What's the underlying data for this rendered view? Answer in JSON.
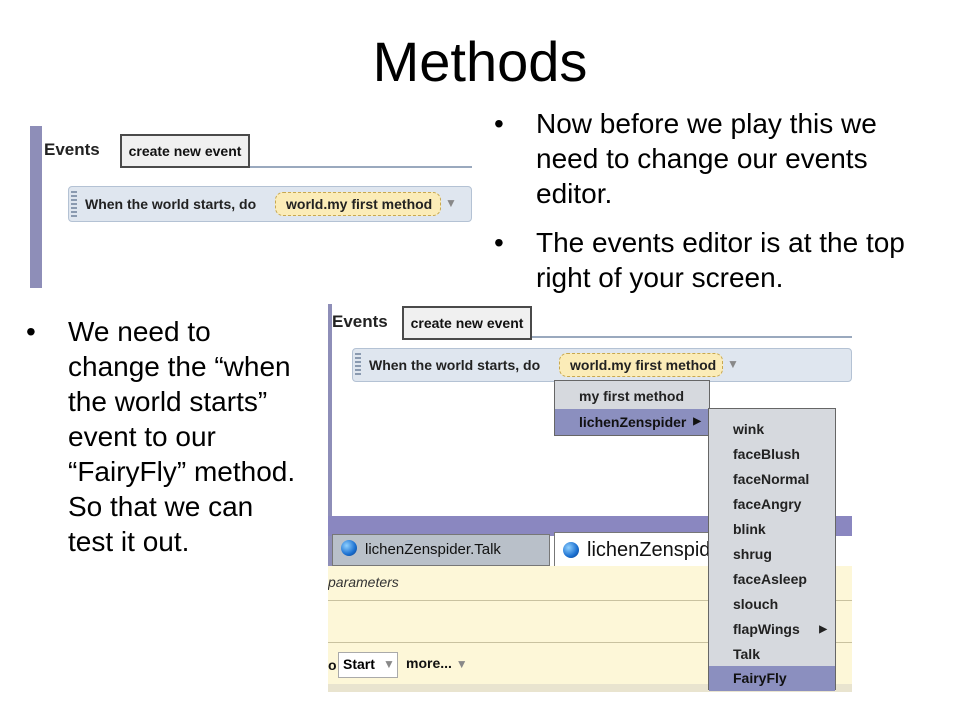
{
  "slide": {
    "title": "Methods",
    "bullets_top": [
      "Now before we play this we need to change our events editor.",
      "The events editor is at the top right of your screen."
    ],
    "bullets_left": [
      "We need to change the “when the world starts” event to our “FairyFly” method. So that we can test it out."
    ]
  },
  "screenshot1": {
    "events_label": "Events",
    "create_event_button": "create new event",
    "event_text": "When the world starts,  do",
    "method_value": "world.my first method"
  },
  "screenshot2": {
    "events_label": "Events",
    "create_event_button": "create new event",
    "event_text": "When the world starts,  do",
    "method_value": "world.my first method",
    "menu_level1": [
      "my first method",
      "lichenZenspider"
    ],
    "menu_level2": [
      "wink",
      "faceBlush",
      "faceNormal",
      "faceAngry",
      "blink",
      "shrug",
      "faceAsleep",
      "slouch",
      "flapWings",
      "Talk",
      "FairyFly"
    ],
    "tab_inactive": "lichenZenspider.Talk",
    "tab_active": "lichenZenspid",
    "params_text": "parameters",
    "bottom_prefix": "o",
    "start_value": "Start",
    "more_label": "more...",
    "colors": {
      "selection": "#8b8fbf",
      "sidebar": "#8e8eb8",
      "editor_bg": "#fdf7d8"
    }
  }
}
